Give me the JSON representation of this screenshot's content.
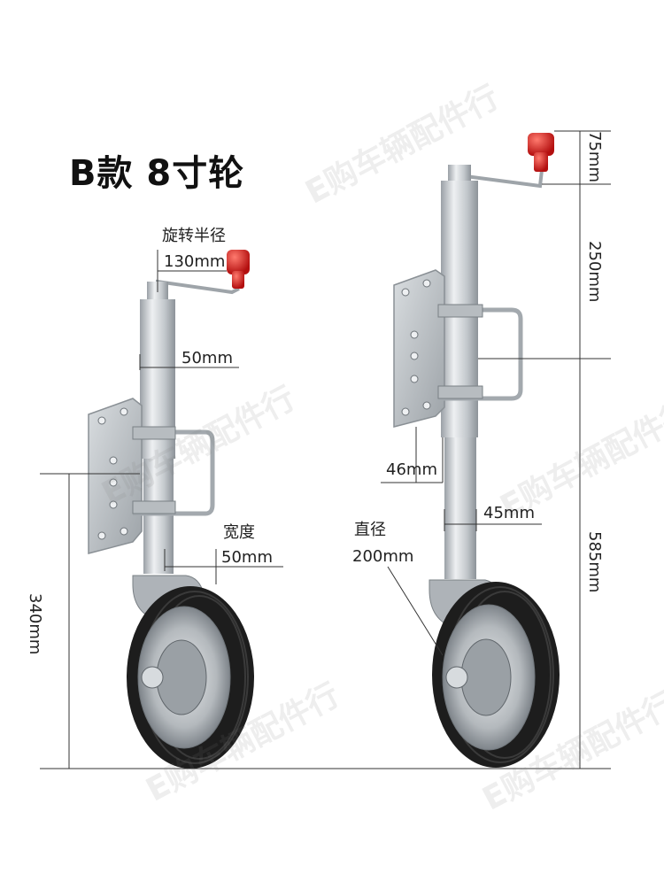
{
  "title": "B款 8寸轮",
  "watermark": "E购车辆配件行",
  "left_jack": {
    "rotation_label": "旋转半径",
    "rotation_value": "130mm",
    "tube_diameter": "50mm",
    "width_label": "宽度",
    "width_value": "50mm",
    "height_total": "340mm"
  },
  "right_jack": {
    "handle_height": "75mm",
    "upper_length": "250mm",
    "plate_offset": "46mm",
    "inner_tube": "45mm",
    "diameter_label": "直径",
    "diameter_value": "200mm",
    "lower_length": "585mm"
  },
  "colors": {
    "knob": "#d32020",
    "metal": "#c9cdd1",
    "tyre": "#1d1d1d",
    "line": "#333333"
  }
}
